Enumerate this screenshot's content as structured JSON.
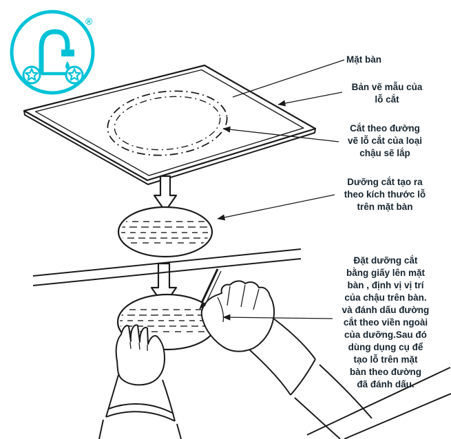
{
  "page": {
    "background": "#ffffff",
    "accent_color": "#00c2d6",
    "line_color": "#1a1a1a",
    "text_color": "#17242e"
  },
  "logo": {
    "registered": "®",
    "description": "faucet-with-flowers-brand-logo",
    "color": "#00c2d6"
  },
  "labels": {
    "countertop": "Mặt bàn",
    "template_drawing": "Bản vẽ mẫu của\nlỗ cắt",
    "cut_line": "Cắt theo đường\nvẽ lỗ cắt của loại\nchậu sẽ lắp",
    "cut_template": "Dưỡng cắt tạo ra\ntheo kích thước lỗ\ntrên mặt bàn",
    "instructions": "Đặt dưỡng cắt\nbằng giấy lên mặt\nbàn , định vị vị trí\ncủa chậu trên bàn.\nvà đánh dấu đường\ncắt theo viền ngoài\ncủa dưỡng.Sau đó\ndùng dụng cụ để\ntạo lỗ trên mặt\nbàn theo đường\nđã đánh dấu."
  }
}
